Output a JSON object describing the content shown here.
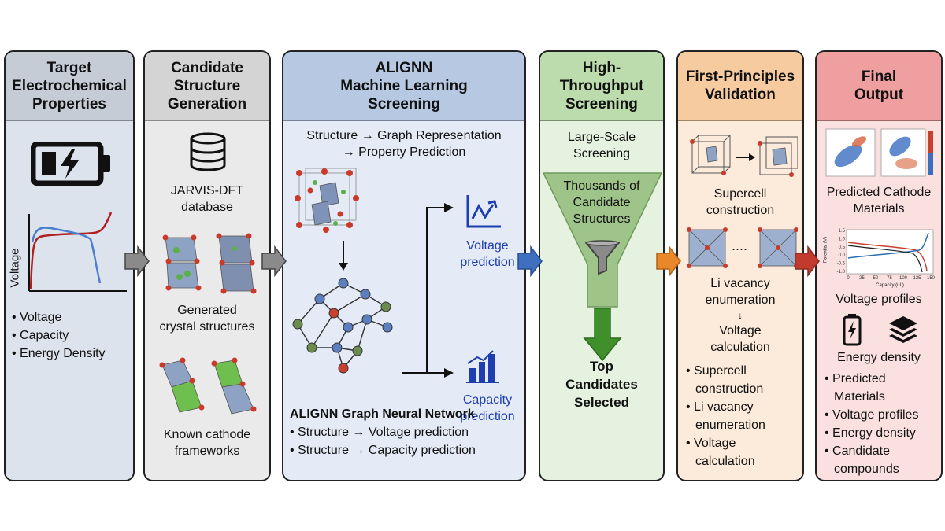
{
  "panels": {
    "p1": {
      "title": "Target\nElectrochemical\nProperties",
      "axis_label": "Voltage",
      "bullets": [
        "• Voltage",
        "• Capacity",
        "• Energy Density"
      ]
    },
    "p2": {
      "title": "Candidate\nStructure\nGeneration",
      "database_label": "JARVIS-DFT\ndatabase",
      "generated_label": "Generated\ncrystal structures",
      "known_label": "Known cathode\nframeworks"
    },
    "p3": {
      "title": "ALIGNN\nMachine Learning\nScreening",
      "flow_text": "Structure → Graph Representation\n→ Property Prediction",
      "voltage_label": "Voltage\nprediction",
      "capacity_label": "Capacity\nprediction",
      "gnn_title": "ALIGNN Graph Neural Network",
      "bullets": [
        "• Structure → Voltage prediction",
        "• Structure → Capacity prediction"
      ]
    },
    "p4": {
      "title": "High-\nThroughput\nScreening",
      "large_scale": "Large-Scale\nScreening",
      "funnel_text": "Thousands of\nCandidate\nStructures",
      "top_text": "Top\nCandidates\nSelected"
    },
    "p5": {
      "title": "First-Principles\nValidation",
      "supercell_label": "Supercell\nconstruction",
      "dots": "....",
      "vacancy_label": "Li vacancy\nenumeration",
      "small_arrow": "↓",
      "voltage_calc_label": "Voltage\ncalculation",
      "bullets": [
        "• Supercell\nconstruction",
        "• Li vacancy\nenumeration",
        "• Voltage\ncalculation"
      ]
    },
    "p6": {
      "title": "Final\nOutput",
      "predicted_label": "Predicted Cathode\nMaterials",
      "voltage_plot": {
        "ylabel": "Potential (V)",
        "xlabel": "Capacity (uL)",
        "yticks": [
          "1.5",
          "1.0",
          "0.5",
          "0.0",
          "-0.5",
          "-1.0"
        ],
        "xticks": [
          "0",
          "25",
          "50",
          "75",
          "100",
          "125",
          "150"
        ]
      },
      "voltage_label": "Voltage profiles",
      "energy_label": "Energy density",
      "bullets": [
        "• Predicted\nMaterials",
        "• Voltage profiles",
        "• Energy density",
        "• Candidate\ncompounds"
      ]
    }
  },
  "colors": {
    "p1": "#dde3ec",
    "p1h": "#c6ccd6",
    "p2": "#eaeaea",
    "p2h": "#d4d4d4",
    "p3": "#e4ebf6",
    "p3h": "#b7c8e3",
    "p4": "#e5f2df",
    "p4h": "#bcdcad",
    "p5": "#fcebdb",
    "p5h": "#f6cba0",
    "p6": "#fbe0e0",
    "p6h": "#ef9f9f",
    "accent_blue": "#1f3fb0"
  }
}
